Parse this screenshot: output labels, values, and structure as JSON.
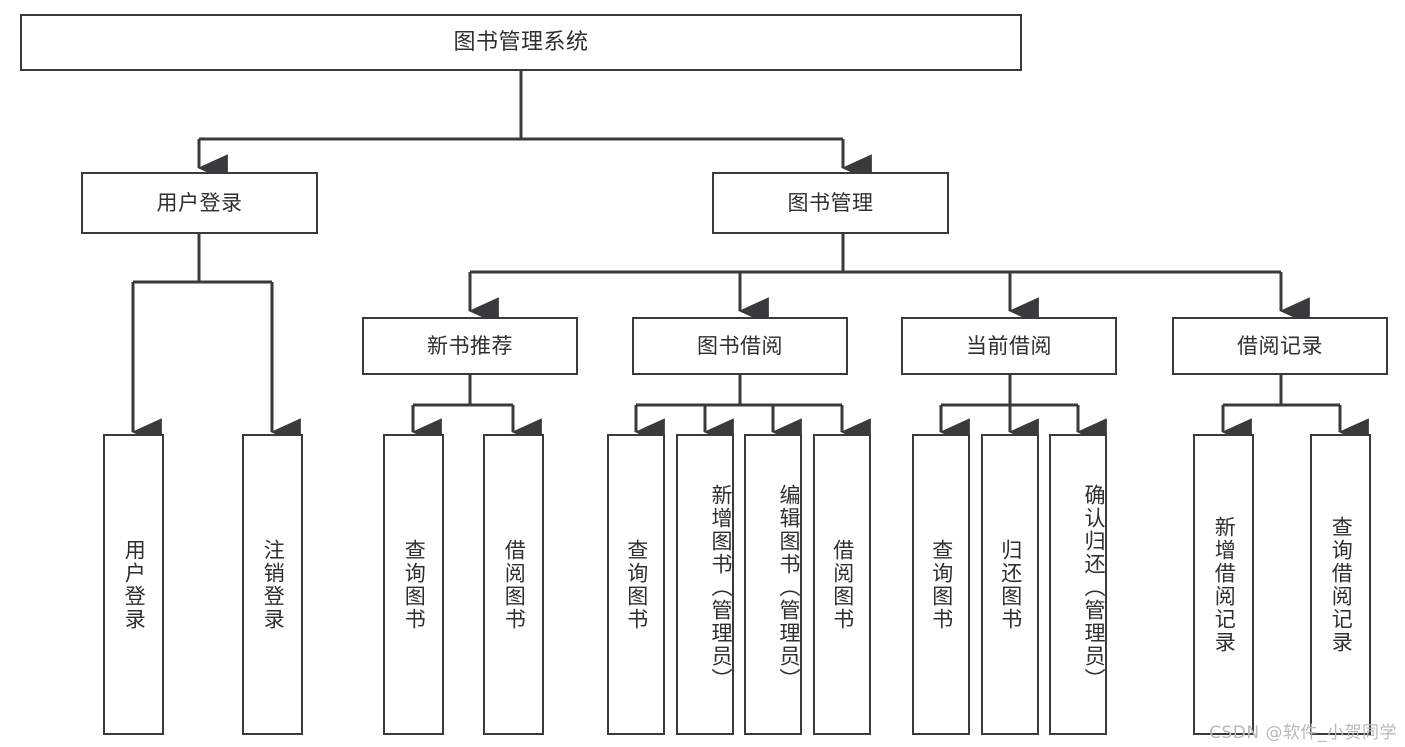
{
  "diagram": {
    "title": "图书管理系统",
    "type": "tree-hierarchy-chart",
    "stroke_color": "#3a3a3c",
    "text_color": "#2f2f31",
    "background_color": "#ffffff"
  },
  "nodes": {
    "root": {
      "label": "图书管理系统"
    },
    "level1": [
      {
        "label": "用户登录"
      },
      {
        "label": "图书管理"
      }
    ],
    "level2": [
      {
        "label": "新书推荐"
      },
      {
        "label": "图书借阅"
      },
      {
        "label": "当前借阅"
      },
      {
        "label": "借阅记录"
      }
    ],
    "leaves": {
      "user_login": [
        {
          "label": "用户登录"
        },
        {
          "label": "注销登录"
        }
      ],
      "new_book_recommend": [
        {
          "label": "查询图书"
        },
        {
          "label": "借阅图书"
        }
      ],
      "book_borrow": [
        {
          "label": "查询图书"
        },
        {
          "label": "新增图书（管理员）"
        },
        {
          "label": "编辑图书（管理员）"
        },
        {
          "label": "借阅图书"
        }
      ],
      "current_borrow": [
        {
          "label": "查询图书"
        },
        {
          "label": "归还图书"
        },
        {
          "label": "确认归还（管理员）"
        }
      ],
      "borrow_record": [
        {
          "label": "新增借阅记录"
        },
        {
          "label": "查询借阅记录"
        }
      ]
    }
  },
  "watermark": {
    "text": "CSDN @软件_小贺同学"
  }
}
